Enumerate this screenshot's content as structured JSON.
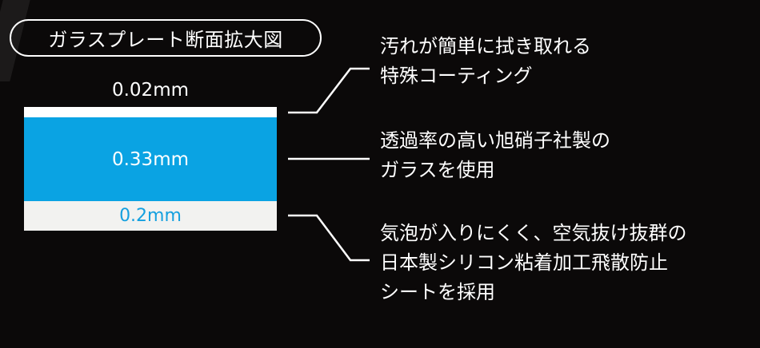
{
  "title": "ガラスプレート断面拡大図",
  "layers": {
    "coating": {
      "thickness": "0.02mm",
      "color": "#ffffff"
    },
    "glass": {
      "thickness": "0.33mm",
      "color": "#0aa3e3"
    },
    "sheet": {
      "thickness": "0.2mm",
      "color": "#f2f2f0",
      "text_color": "#14a0df"
    }
  },
  "descriptions": {
    "coating": [
      "汚れが簡単に拭き取れる",
      "特殊コーティング"
    ],
    "glass": [
      "透過率の高い旭硝子社製の",
      "ガラスを使用"
    ],
    "sheet": [
      "気泡が入りにくく、空気抜け抜群の",
      "日本製シリコン粘着加工飛散防止",
      "シートを採用"
    ]
  },
  "colors": {
    "background": "#0b0909",
    "text": "#ffffff",
    "accent_blue": "#0aa3e3"
  }
}
